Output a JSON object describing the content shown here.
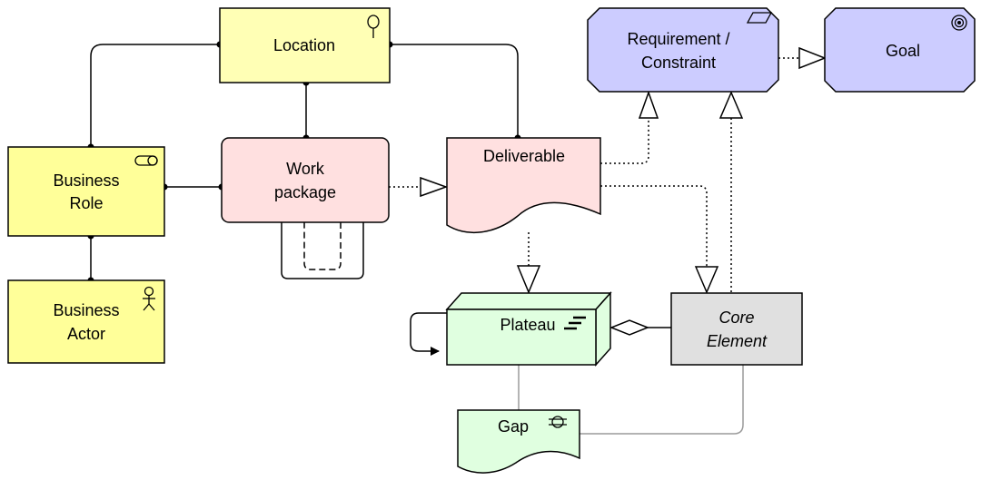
{
  "diagram": {
    "nodes": {
      "location": {
        "label": "Location",
        "icon": "location-pin-icon",
        "fill": "#ffffb5"
      },
      "business_role": {
        "label_line1": "Business",
        "label_line2": "Role",
        "icon": "role-icon",
        "fill": "#ffff99"
      },
      "business_actor": {
        "label_line1": "Business",
        "label_line2": "Actor",
        "icon": "actor-icon",
        "fill": "#ffff99"
      },
      "work_package": {
        "label_line1": "Work",
        "label_line2": "package",
        "fill": "#ffe0e0"
      },
      "deliverable": {
        "label": "Deliverable",
        "fill": "#ffe0e0"
      },
      "requirement": {
        "label_line1": "Requirement /",
        "label_line2": "Constraint",
        "icon": "requirement-parallelogram-icon",
        "fill": "#ccccff"
      },
      "goal": {
        "label": "Goal",
        "icon": "target-icon",
        "fill": "#ccccff"
      },
      "plateau": {
        "label": "Plateau",
        "icon": "plateau-icon",
        "fill": "#e0ffe0"
      },
      "core_element": {
        "label_line1": "Core",
        "label_line2": "Element",
        "fill": "#e0e0e0"
      },
      "gap": {
        "label": "Gap",
        "icon": "gap-icon",
        "fill": "#e0ffe0"
      }
    }
  }
}
